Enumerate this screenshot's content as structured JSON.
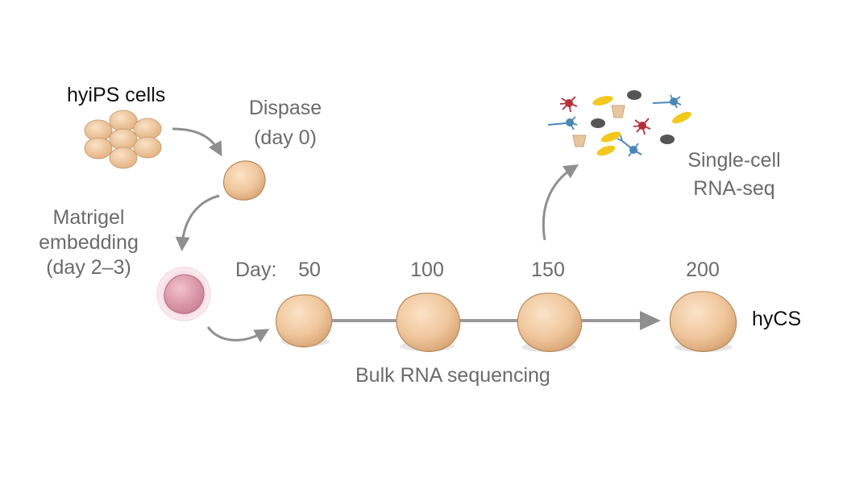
{
  "labels": {
    "hyips_cells": "hyiPS cells",
    "dispase_line1": "Dispase",
    "dispase_line2": "(day 0)",
    "matrigel_line1": "Matrigel",
    "matrigel_line2": "embedding",
    "matrigel_line3": "(day 2–3)",
    "day_prefix": "Day:",
    "single_cell_line1": "Single-cell",
    "single_cell_line2": "RNA-seq",
    "bulk_rna": "Bulk RNA sequencing",
    "hycs": "hyCS"
  },
  "timepoints": [
    "50",
    "100",
    "150",
    "200"
  ],
  "colors": {
    "spheroid": "#f0c9a0",
    "spheroid_edge": "#c89a6c",
    "embedded_glow": "#e8c3d0",
    "embedded_core": "#d99aa8",
    "timeline": "#8f8f8f",
    "neuron_blue": "#4a86b8",
    "neuron_red": "#b8303a",
    "oval_yellow": "#f2c81e",
    "nucleus_grey": "#555555",
    "cup_tan": "#e7c79e"
  }
}
